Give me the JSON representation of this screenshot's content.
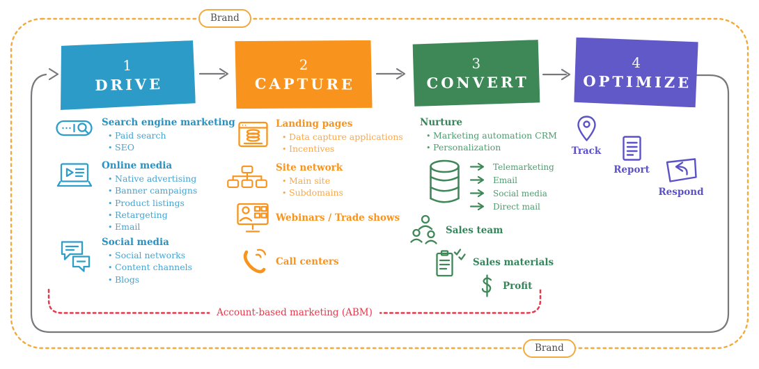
{
  "frame": {
    "brand_top": "Brand",
    "brand_bottom": "Brand",
    "abm_label": "Account-based marketing (ABM)"
  },
  "colors": {
    "stage_drive": "#2D9BC7",
    "stage_capture": "#F8941E",
    "stage_convert": "#3E8757",
    "stage_optimize": "#6159C8",
    "abm_red": "#E5394B",
    "brand_amber": "#F2A93E",
    "loop_gray": "#77787B"
  },
  "stages": [
    {
      "number": "1",
      "title": "DRIVE",
      "groups": [
        {
          "icon": "search-bar-icon",
          "label": "Search engine marketing",
          "items": [
            "Paid search",
            "SEO"
          ]
        },
        {
          "icon": "laptop-video-icon",
          "label": "Online media",
          "items": [
            "Native advertising",
            "Banner campaigns",
            "Product listings",
            "Retargeting",
            "Email"
          ]
        },
        {
          "icon": "chat-bubbles-icon",
          "label": "Social media",
          "items": [
            "Social networks",
            "Content channels",
            "Blogs"
          ]
        }
      ]
    },
    {
      "number": "2",
      "title": "CAPTURE",
      "groups": [
        {
          "icon": "landing-page-icon",
          "label": "Landing pages",
          "items": [
            "Data capture applications",
            "Incentives"
          ]
        },
        {
          "icon": "site-network-icon",
          "label": "Site network",
          "items": [
            "Main site",
            "Subdomains"
          ]
        },
        {
          "icon": "webinar-screen-icon",
          "label": "Webinars / Trade shows",
          "items": []
        },
        {
          "icon": "phone-icon",
          "label": "Call centers",
          "items": []
        }
      ]
    },
    {
      "number": "3",
      "title": "CONVERT",
      "groups": [
        {
          "icon": null,
          "label": "Nurture",
          "items": [
            "Marketing automation CRM",
            "Personalization"
          ]
        },
        {
          "icon": "database-icon",
          "label": "",
          "channels": [
            "Telemarketing",
            "Email",
            "Social media",
            "Direct mail"
          ]
        },
        {
          "icon": "sales-team-icon",
          "label": "Sales team"
        },
        {
          "icon": "clipboard-checks-icon",
          "label": "Sales materials"
        },
        {
          "icon": "dollar-icon",
          "label": "Profit"
        }
      ]
    },
    {
      "number": "4",
      "title": "OPTIMIZE",
      "actions": [
        "Track",
        "Report",
        "Respond"
      ]
    }
  ]
}
